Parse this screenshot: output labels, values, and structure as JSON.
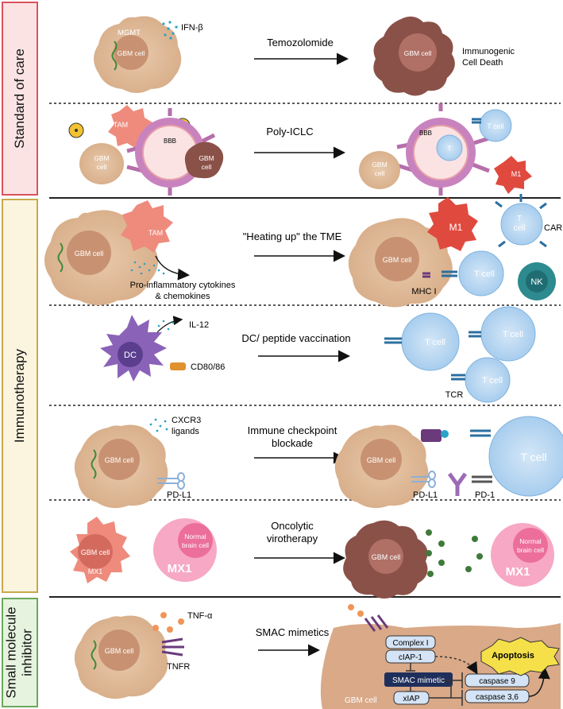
{
  "sections": {
    "standard_of_care": {
      "label": "Standard of care",
      "border_color": "#d9535b",
      "bg_color": "#fbe3e4"
    },
    "immunotherapy": {
      "label": "Immunotherapy",
      "border_color": "#c8a94a",
      "bg_color": "#fbf4df"
    },
    "small_molecule": {
      "label_line1": "Small molecule",
      "label_line2": "inhibitor",
      "border_color": "#6aa85c",
      "bg_color": "#e6f3df"
    }
  },
  "rows": {
    "temozolomide": {
      "mgmt": "MGMT",
      "ifnb": "IFN-β",
      "gbm_cell": "GBM cell",
      "arrow_label": "Temozolomide",
      "dead_cell": "GBM cell",
      "outcome_line1": "Immunogenic",
      "outcome_line2": "Cell Death"
    },
    "polyiclc": {
      "tam": "TAM",
      "bbb_left": "BBB",
      "gbm_cell_l1": "GBM",
      "gbm_cell_l2": "cell",
      "gbm_dead_l1": "GBM",
      "gbm_dead_l2": "cell",
      "arrow_label": "Poly-ICLC",
      "bbb_right": "BBB",
      "t_cell_top": "T cell",
      "t_small": "T",
      "gbm_right_l1": "GBM",
      "gbm_right_l2": "cell",
      "m1": "M1"
    },
    "heating": {
      "gbm_cell": "GBM cell",
      "tam": "TAM",
      "cytokines_line1": "Pro-inflammatory cytokines",
      "cytokines_line2": "& chemokines",
      "arrow_label": "\"Heating up\" the TME",
      "gbm_cell_right": "GBM cell",
      "m1": "M1",
      "t_cell_car_l1": "T",
      "t_cell_car_l2": "cell",
      "car": "CAR",
      "t_cell": "T cell",
      "mhc": "MHC I",
      "nk": "NK"
    },
    "dc": {
      "dc": "DC",
      "il12": "IL-12",
      "cd80": "CD80/86",
      "arrow_label": "DC/ peptide vaccination",
      "t_cell_1": "T cell",
      "t_cell_2": "T cell",
      "t_cell_3": "T cell",
      "tcr": "TCR"
    },
    "checkpoint": {
      "cxcr3_line1": "CXCR3",
      "cxcr3_line2": "ligands",
      "gbm_cell": "GBM cell",
      "pdl1": "PD-L1",
      "arrow_label_line1": "Immune checkpoint",
      "arrow_label_line2": "blockade",
      "gbm_cell_right": "GBM cell",
      "pdl1_right": "PD-L1",
      "pd1": "PD-1",
      "t_cell": "T cell"
    },
    "oncolytic": {
      "gbm_cell": "GBM cell",
      "mx1": "MX1",
      "normal_l1": "Normal",
      "normal_l2": "brain cell",
      "mx1_big": "MX1",
      "arrow_label_line1": "Oncolytic",
      "arrow_label_line2": "virotherapy",
      "gbm_cell_dead": "GBM cell",
      "normal_r_l1": "Normal",
      "normal_r_l2": "brain cell",
      "mx1_right": "MX1"
    },
    "smac": {
      "tnfa": "TNF-α",
      "gbm_cell": "GBM cell",
      "tnfr": "TNFR",
      "arrow_label": "SMAC mimetics",
      "complex1": "Complex I",
      "ciap1": "cIAP-1",
      "smac_mimetic": "SMAC mimetic",
      "xiap": "xIAP",
      "caspase9": "caspase 9",
      "caspase36": "caspase 3,6",
      "apoptosis": "Apoptosis",
      "gbm_cell_bottom": "GBM cell"
    }
  }
}
